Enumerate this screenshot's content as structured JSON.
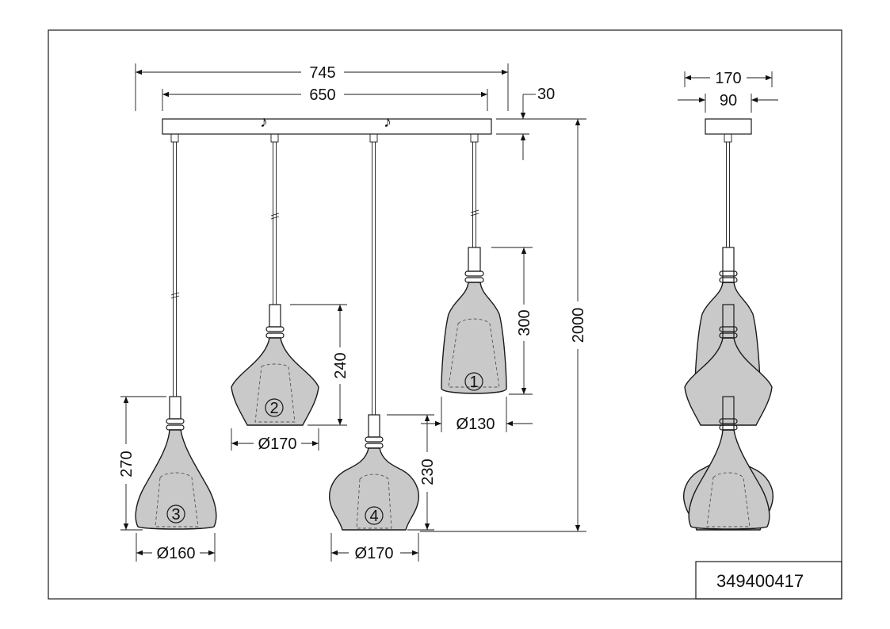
{
  "dimensions": {
    "total_width": "745",
    "rod_width": "650",
    "rod_height": "30",
    "total_height": "2000",
    "side_width": "170",
    "side_canopy": "90",
    "shade1_height": "300",
    "shade1_diameter": "Ø130",
    "shade2_height": "240",
    "shade2_diameter": "Ø170",
    "shade3_height": "270",
    "shade3_diameter": "Ø160",
    "shade4_height": "230",
    "shade4_diameter": "Ø170"
  },
  "markers": {
    "m1": "1",
    "m2": "2",
    "m3": "3",
    "m4": "4"
  },
  "article_number": "349400417"
}
